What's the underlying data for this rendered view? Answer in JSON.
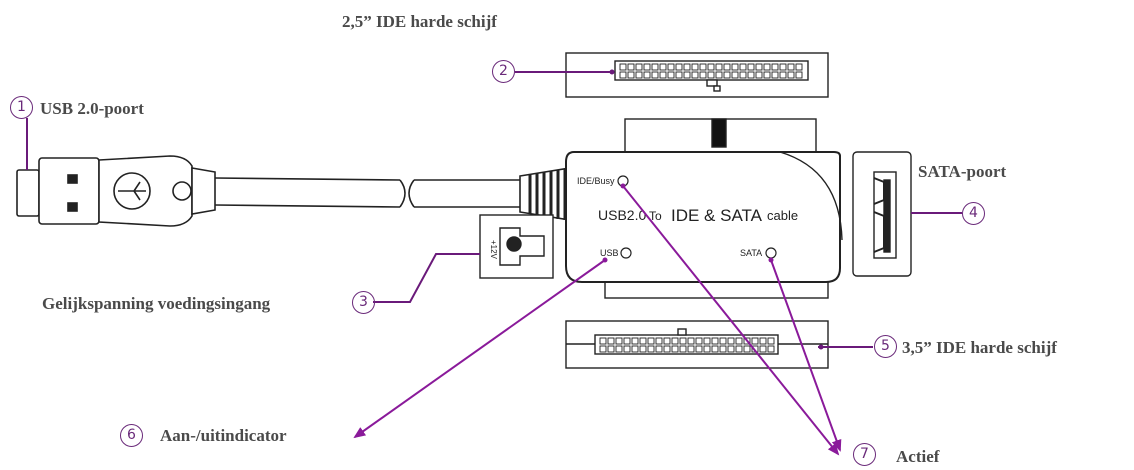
{
  "callouts": [
    {
      "n": "1",
      "label": "USB 2.0-poort"
    },
    {
      "n": "2",
      "label": "2,5” IDE harde schijf"
    },
    {
      "n": "3",
      "label": "Gelijkspanning voedingsingang"
    },
    {
      "n": "4",
      "label": "SATA-poort"
    },
    {
      "n": "5",
      "label": "3,5” IDE harde schijf"
    },
    {
      "n": "6",
      "label": "Aan-/uitindicator"
    },
    {
      "n": "7",
      "label": "Actief"
    }
  ],
  "device": {
    "ide_busy": "IDE/Busy",
    "title_prefix": "USB2.0",
    "title_to": "To",
    "title_main": "IDE & SATA",
    "title_suffix": "cable",
    "usb_led": "USB",
    "sata_led": "SATA"
  },
  "power_jack": {
    "label": "+12V"
  },
  "colors": {
    "accent": "#8a1a9a",
    "label": "#4a4a4a",
    "line": "#222222"
  }
}
